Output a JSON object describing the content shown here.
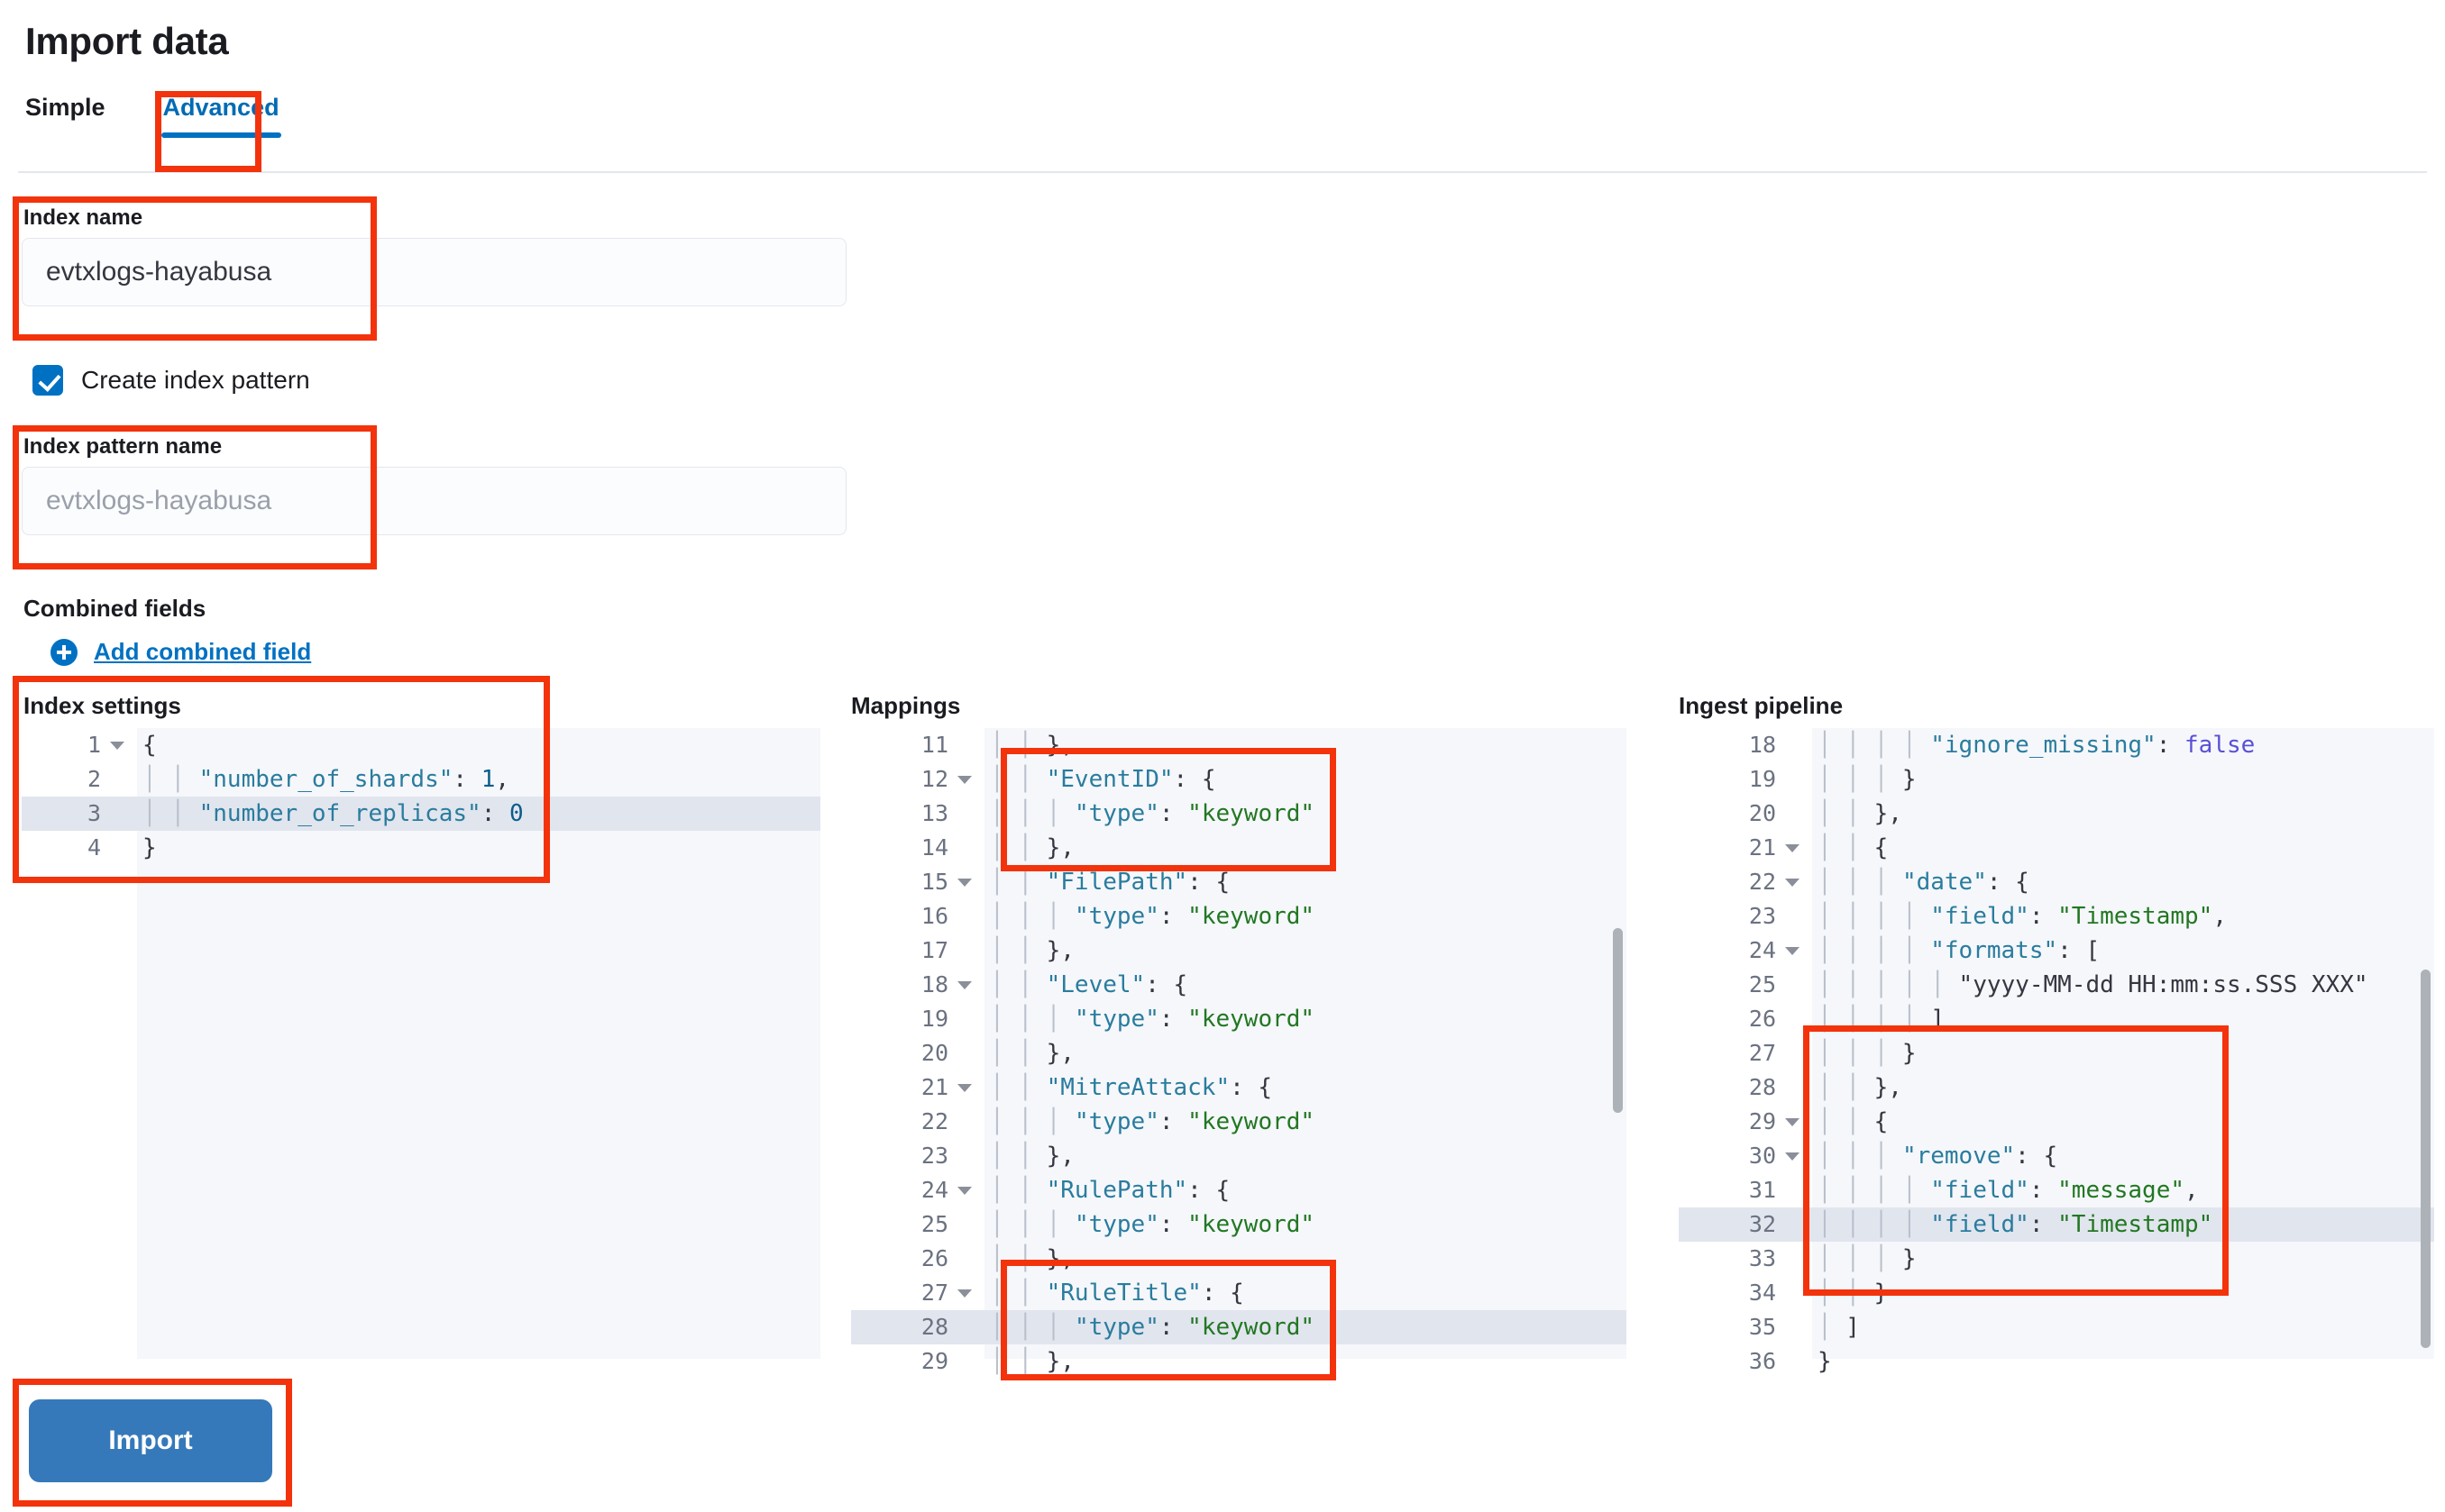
{
  "page": {
    "title": "Import data"
  },
  "tabs": [
    {
      "label": "Simple",
      "active": false
    },
    {
      "label": "Advanced",
      "active": true
    }
  ],
  "form": {
    "index_name": {
      "label": "Index name",
      "value": "evtxlogs-hayabusa",
      "is_placeholder": false
    },
    "create_index_pattern": {
      "label": "Create index pattern",
      "checked": true
    },
    "index_pattern_name": {
      "label": "Index pattern name",
      "value": "evtxlogs-hayabusa",
      "is_placeholder": true
    },
    "combined_fields": {
      "label": "Combined fields",
      "add_link": "Add combined field",
      "add_icon": "plus-circle-icon"
    }
  },
  "editors": {
    "index_settings": {
      "label": "Index settings",
      "active_line": 3,
      "lines": [
        {
          "n": 1,
          "fold": true,
          "text": "{"
        },
        {
          "n": 2,
          "fold": false,
          "text": "    \"number_of_shards\": 1,"
        },
        {
          "n": 3,
          "fold": false,
          "text": "    \"number_of_replicas\": 0"
        },
        {
          "n": 4,
          "fold": false,
          "text": "}"
        }
      ]
    },
    "mappings": {
      "label": "Mappings",
      "active_line": 28,
      "lines": [
        {
          "n": 11,
          "fold": false,
          "text": "    },"
        },
        {
          "n": 12,
          "fold": true,
          "text": "    \"EventID\": {"
        },
        {
          "n": 13,
          "fold": false,
          "text": "      \"type\": \"keyword\""
        },
        {
          "n": 14,
          "fold": false,
          "text": "    },"
        },
        {
          "n": 15,
          "fold": true,
          "text": "    \"FilePath\": {"
        },
        {
          "n": 16,
          "fold": false,
          "text": "      \"type\": \"keyword\""
        },
        {
          "n": 17,
          "fold": false,
          "text": "    },"
        },
        {
          "n": 18,
          "fold": true,
          "text": "    \"Level\": {"
        },
        {
          "n": 19,
          "fold": false,
          "text": "      \"type\": \"keyword\""
        },
        {
          "n": 20,
          "fold": false,
          "text": "    },"
        },
        {
          "n": 21,
          "fold": true,
          "text": "    \"MitreAttack\": {"
        },
        {
          "n": 22,
          "fold": false,
          "text": "      \"type\": \"keyword\""
        },
        {
          "n": 23,
          "fold": false,
          "text": "    },"
        },
        {
          "n": 24,
          "fold": true,
          "text": "    \"RulePath\": {"
        },
        {
          "n": 25,
          "fold": false,
          "text": "      \"type\": \"keyword\""
        },
        {
          "n": 26,
          "fold": false,
          "text": "    },"
        },
        {
          "n": 27,
          "fold": true,
          "text": "    \"RuleTitle\": {"
        },
        {
          "n": 28,
          "fold": false,
          "text": "      \"type\": \"keyword\""
        },
        {
          "n": 29,
          "fold": false,
          "text": "    },"
        }
      ]
    },
    "ingest_pipeline": {
      "label": "Ingest pipeline",
      "active_line": 32,
      "lines": [
        {
          "n": 18,
          "fold": false,
          "text": "        \"ignore_missing\": false"
        },
        {
          "n": 19,
          "fold": false,
          "text": "      }"
        },
        {
          "n": 20,
          "fold": false,
          "text": "    },"
        },
        {
          "n": 21,
          "fold": true,
          "text": "    {"
        },
        {
          "n": 22,
          "fold": true,
          "text": "      \"date\": {"
        },
        {
          "n": 23,
          "fold": false,
          "text": "        \"field\": \"Timestamp\","
        },
        {
          "n": 24,
          "fold": true,
          "text": "        \"formats\": ["
        },
        {
          "n": 25,
          "fold": false,
          "text": "          \"yyyy-MM-dd HH:mm:ss.SSS XXX\""
        },
        {
          "n": 26,
          "fold": false,
          "text": "        ]"
        },
        {
          "n": 27,
          "fold": false,
          "text": "      }"
        },
        {
          "n": 28,
          "fold": false,
          "text": "    },"
        },
        {
          "n": 29,
          "fold": true,
          "text": "    {"
        },
        {
          "n": 30,
          "fold": true,
          "text": "      \"remove\": {"
        },
        {
          "n": 31,
          "fold": false,
          "text": "        \"field\": \"message\","
        },
        {
          "n": 32,
          "fold": false,
          "text": "        \"field\": \"Timestamp\""
        },
        {
          "n": 33,
          "fold": false,
          "text": "      }"
        },
        {
          "n": 34,
          "fold": false,
          "text": "    }"
        },
        {
          "n": 35,
          "fold": false,
          "text": "  ]"
        },
        {
          "n": 36,
          "fold": false,
          "text": "}"
        }
      ]
    }
  },
  "actions": {
    "import_label": "Import"
  },
  "colors": {
    "accent": "#0071c2",
    "button": "#3579ba",
    "annotation": "#f3330c",
    "string": "#227722",
    "key": "#2a7c9e",
    "boolean": "#5b4fd6"
  }
}
